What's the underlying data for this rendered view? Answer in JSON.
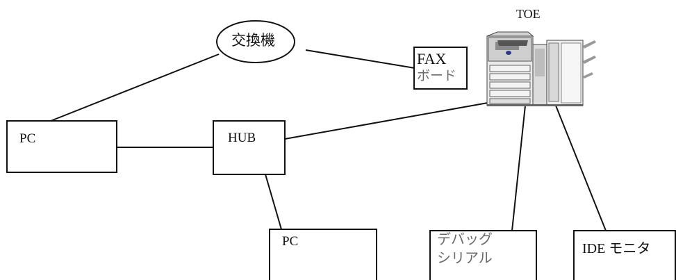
{
  "nodes": {
    "exchange": {
      "label": "交換機"
    },
    "fax_board": {
      "line1": "FAX",
      "line2": "ボード"
    },
    "toe": {
      "label": "TOE"
    },
    "pc_left": {
      "label": "PC"
    },
    "hub": {
      "label": "HUB"
    },
    "pc_bottom": {
      "label": "PC"
    },
    "debug_serial": {
      "line1": "デバッグ",
      "line2": "シリアル"
    },
    "ide_monitor": {
      "label": "IDE モニタ"
    }
  },
  "colors": {
    "line": "#111111",
    "secondary_text": "#6a6a6a"
  }
}
